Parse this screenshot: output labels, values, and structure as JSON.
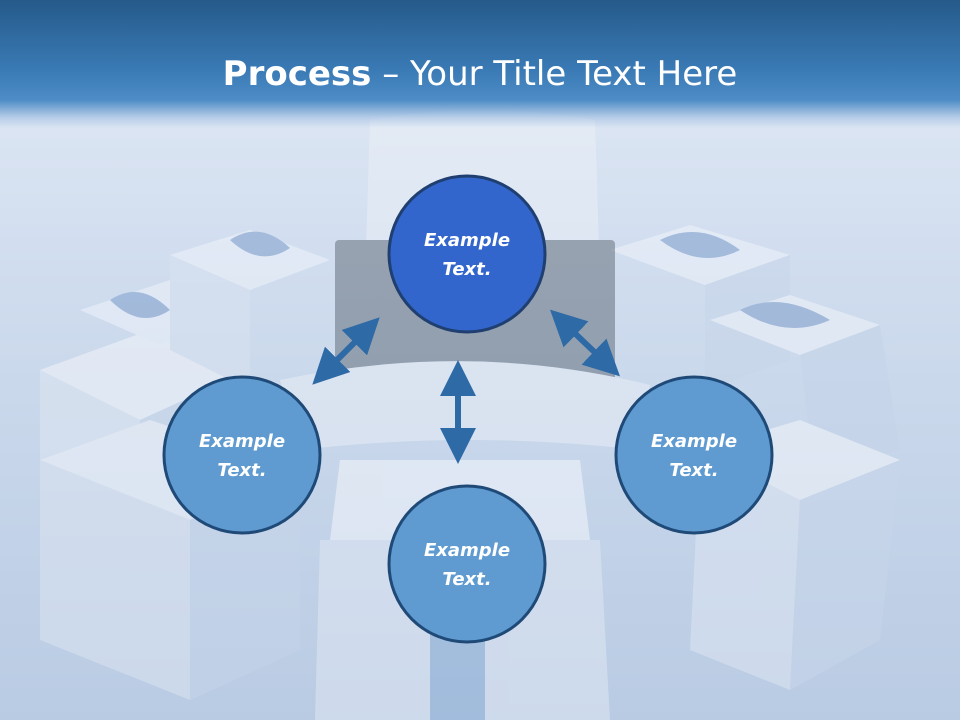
{
  "slide": {
    "title_bold": "Process",
    "title_dash": " – ",
    "title_rest": "Your Title Text Here"
  },
  "diagram": {
    "center": {
      "line1": "Example",
      "line2": "Text."
    },
    "left": {
      "line1": "Example",
      "line2": "Text."
    },
    "bottom": {
      "line1": "Example",
      "line2": "Text."
    },
    "right": {
      "line1": "Example",
      "line2": "Text."
    }
  },
  "colors": {
    "center_fill": "#3366cc",
    "node_fill": "#5f9bd0",
    "node_stroke": "#1f4a78",
    "arrow": "#2d6aa6",
    "header": "#3a7ab5"
  }
}
